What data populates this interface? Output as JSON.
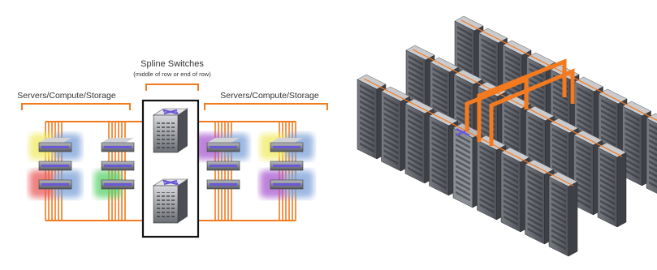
{
  "labels": {
    "title": "Spline Switches",
    "subtitle": "(middle of row or end of row)",
    "left_group": "Servers/Compute/Storage",
    "right_group": "Servers/Compute/Storage"
  },
  "colors": {
    "cable": "#f47a20",
    "switch_top": "#6a58d6",
    "frame": "#111111",
    "rack_front": "#5f6269",
    "rack_side": "#3e4046",
    "rack_top": "#c9cbcf",
    "glow_yellow": "#f0ea60",
    "glow_blue": "#7aa0d8",
    "glow_red": "#e85a5a",
    "glow_purple": "#a85ad0",
    "glow_green": "#5ad06a"
  },
  "icons": {
    "switch": "switch-icon",
    "server": "server-icon",
    "rack": "server-rack-icon"
  }
}
